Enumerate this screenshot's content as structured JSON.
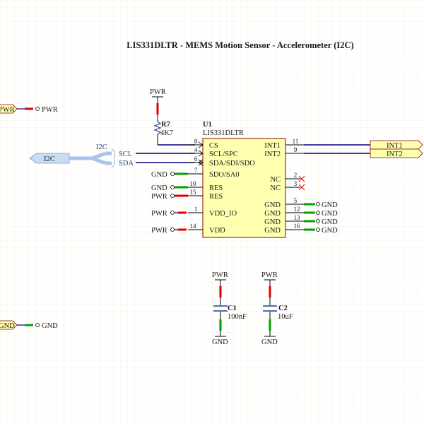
{
  "title": "LIS331DLTR - MEMS Motion Sensor - Accelerometer (I2C)",
  "ic": {
    "ref": "U1",
    "part": "LIS331DLTR",
    "pins_left": [
      {
        "num": "8",
        "name": "CS"
      },
      {
        "num": "4",
        "name": "SCL/SPC"
      },
      {
        "num": "6",
        "name": "SDA/SDI/SDO"
      },
      {
        "num": "7",
        "name": "SDO/SA0"
      },
      {
        "num": "10",
        "name": "RES"
      },
      {
        "num": "15",
        "name": "RES"
      },
      {
        "num": "1",
        "name": "VDD_IO"
      },
      {
        "num": "14",
        "name": "VDD"
      }
    ],
    "pins_right": [
      {
        "num": "11",
        "name": "INT1"
      },
      {
        "num": "9",
        "name": "INT2"
      },
      {
        "num": "2",
        "name": "NC"
      },
      {
        "num": "3",
        "name": "NC"
      },
      {
        "num": "5",
        "name": "GND"
      },
      {
        "num": "12",
        "name": "GND"
      },
      {
        "num": "13",
        "name": "GND"
      },
      {
        "num": "16",
        "name": "GND"
      }
    ]
  },
  "nets": {
    "pwr": "PWR",
    "gnd": "GND",
    "i2c_bus": "I2C",
    "i2c_bus_label": "I2C",
    "scl": "SCL",
    "sda": "SDA",
    "int1": "INT1",
    "int2": "INT2"
  },
  "resistor": {
    "ref": "R7",
    "value": "4K7"
  },
  "capacitors": [
    {
      "ref": "C1",
      "value": "100nF"
    },
    {
      "ref": "C2",
      "value": "10uF"
    }
  ],
  "offpage": {
    "pwr": "PWR",
    "gnd": "GND"
  },
  "colors": {
    "wire": "#000080",
    "ic_fill": "#ffffb0",
    "ic_stroke": "#8b0000",
    "pwr_stub": "#e00000",
    "gnd_stub": "#00a000",
    "grid": "#f0e6c8",
    "port_fill": "#ffffb0",
    "bus": "#a9c4ea"
  }
}
